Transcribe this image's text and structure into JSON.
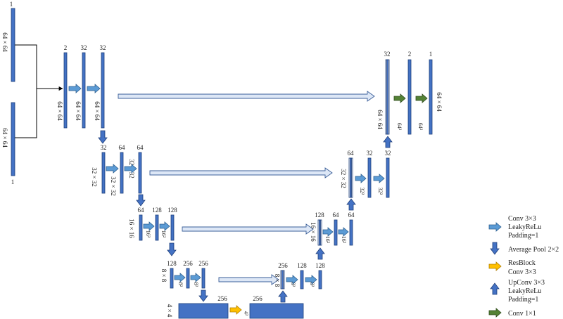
{
  "inputs": {
    "top_channels": "1",
    "top_size": "64 × 64",
    "bottom_size": "64 × 64",
    "bottom_channels": "1"
  },
  "encoder": {
    "level1": {
      "channels": [
        "2",
        "32",
        "32"
      ],
      "sizes": [
        "64 × 64",
        "64 × 64",
        "64 × 64"
      ]
    },
    "level2": {
      "channels": [
        "32",
        "64",
        "64"
      ],
      "sizes": [
        "32 × 32",
        "32 × 32",
        "32 × 32"
      ]
    },
    "level3": {
      "channels": [
        "64",
        "128",
        "128"
      ],
      "sizes": [
        "16 × 16",
        "16²",
        "16²"
      ]
    },
    "level4": {
      "channels": [
        "128",
        "256",
        "256"
      ],
      "sizes": [
        "8 × 8",
        "8²",
        "8²"
      ]
    }
  },
  "bottleneck": {
    "size": "4 × 4",
    "left_channels": "256",
    "right_channels": "256",
    "mid_size": "4²"
  },
  "decoder": {
    "level4": {
      "channels": [
        "256",
        "128",
        "128"
      ],
      "sizes": [
        "8 × 8",
        "8²",
        "8²"
      ]
    },
    "level3": {
      "channels": [
        "128",
        "64",
        "64"
      ],
      "sizes": [
        "16 × 16",
        "16²",
        "16²"
      ]
    },
    "level2": {
      "channels": [
        "64",
        "32",
        "32"
      ],
      "sizes": [
        "32 × 32",
        "32²",
        "32²"
      ]
    },
    "level1": {
      "channels": [
        "32",
        "2",
        "1"
      ],
      "sizes": [
        "64 × 64",
        "64²",
        "64²",
        "64 × 64"
      ]
    }
  },
  "legend": {
    "conv": [
      "Conv 3×3",
      "LeakyReLu",
      "Padding=1"
    ],
    "pool": "Average Pool 2×2",
    "res": [
      "ResBlock",
      "Conv 3×3"
    ],
    "upconv": [
      "UpConv 3×3",
      "LeakyReLu",
      "Padding=1"
    ],
    "conv1x1": "Conv 1×1"
  },
  "colors": {
    "feature_map": "#4472c4",
    "conv_arrow": "#5b9bd5",
    "pool_arrow": "#4472c4",
    "resblock_arrow": "#ffc000",
    "conv1x1_arrow": "#548235",
    "skip_arrow_fill": "#dde7f6"
  }
}
